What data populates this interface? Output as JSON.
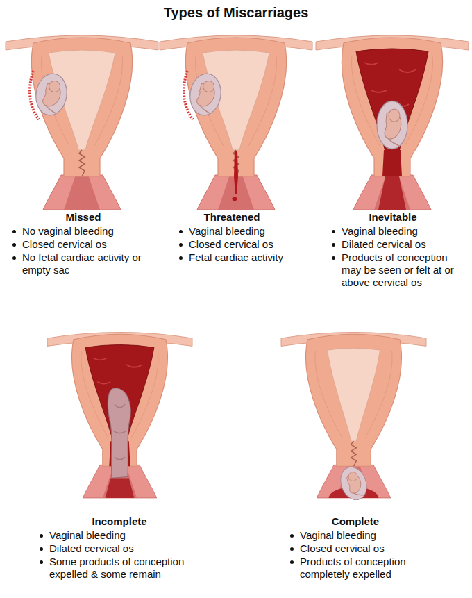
{
  "diagram": {
    "title": "Types of Miscarriages",
    "labels": [
      "Missed",
      "No vaginal bleeding",
      "Closed cervical os",
      "No fetal cardiac activity or empty sac",
      "Threatened",
      "Vaginal bleeding",
      "Closed cervical os",
      "Fetal cardiac activity",
      "Inevitable",
      "Vaginal bleeding",
      "Dilated cervical os",
      "Products of conception may be seen or felt at or above cervical os",
      "Incomplete",
      "Vaginal bleeding",
      "Dilated cervical os",
      "Some products of conception expelled & some remain",
      "Complete",
      "Vaginal bleeding",
      "Closed cervical os",
      "Products of conception completely expelled"
    ]
  }
}
